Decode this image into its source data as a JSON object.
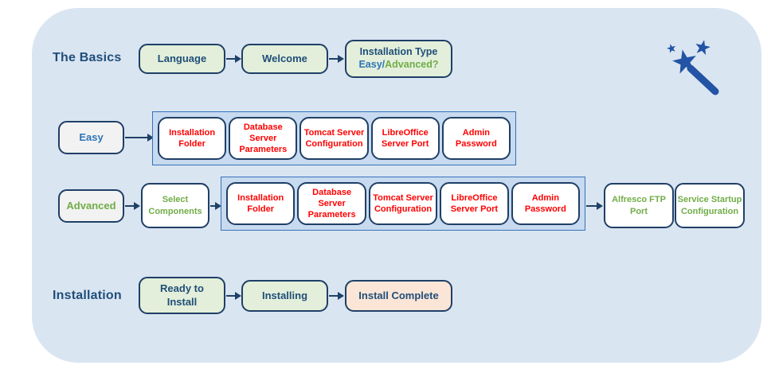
{
  "palette": {
    "canvas_bg": "#FFFFFF",
    "panel_bg": "#DAE5F2",
    "box_border_navy": "#1F3F66",
    "navy_text": "#1F4E79",
    "green_fill": "#E3EFDA",
    "gray_fill": "#F2F2F2",
    "white_fill": "#FFFFFF",
    "peach_fill": "#FBE5D6",
    "group_fill": "#C7DAEF",
    "group_border": "#3672B9",
    "arrow_color": "#1F4166",
    "red_text": "#FF0000",
    "green_text": "#70AD47",
    "blue_text": "#2E75B6",
    "wizard_icon_blue": "#2353A5"
  },
  "rows": {
    "basics": {
      "label": "The Basics",
      "language": "Language",
      "welcome": "Welcome",
      "installation_type_line1": "Installation Type",
      "installation_type_easy": "Easy/",
      "installation_type_advanced": "Advanced?"
    },
    "easy": {
      "label": "Easy",
      "steps": [
        "Installation Folder",
        "Database Server Parameters",
        "Tomcat Server Configuration",
        "LibreOffice Server Port",
        "Admin Password"
      ]
    },
    "advanced": {
      "label": "Advanced",
      "select_components": "Select Components",
      "steps": [
        "Installation Folder",
        "Database Server Parameters",
        "Tomcat Server Configuration",
        "LibreOffice Server Port",
        "Admin Password"
      ],
      "ftp_port": "Alfresco FTP Port",
      "service_startup": "Service Startup Configuration"
    },
    "installation": {
      "label": "Installation",
      "ready": "Ready to Install",
      "installing": "Installing",
      "complete": "Install Complete"
    }
  },
  "icons": {
    "wizard": "magic-wand-with-stars"
  }
}
